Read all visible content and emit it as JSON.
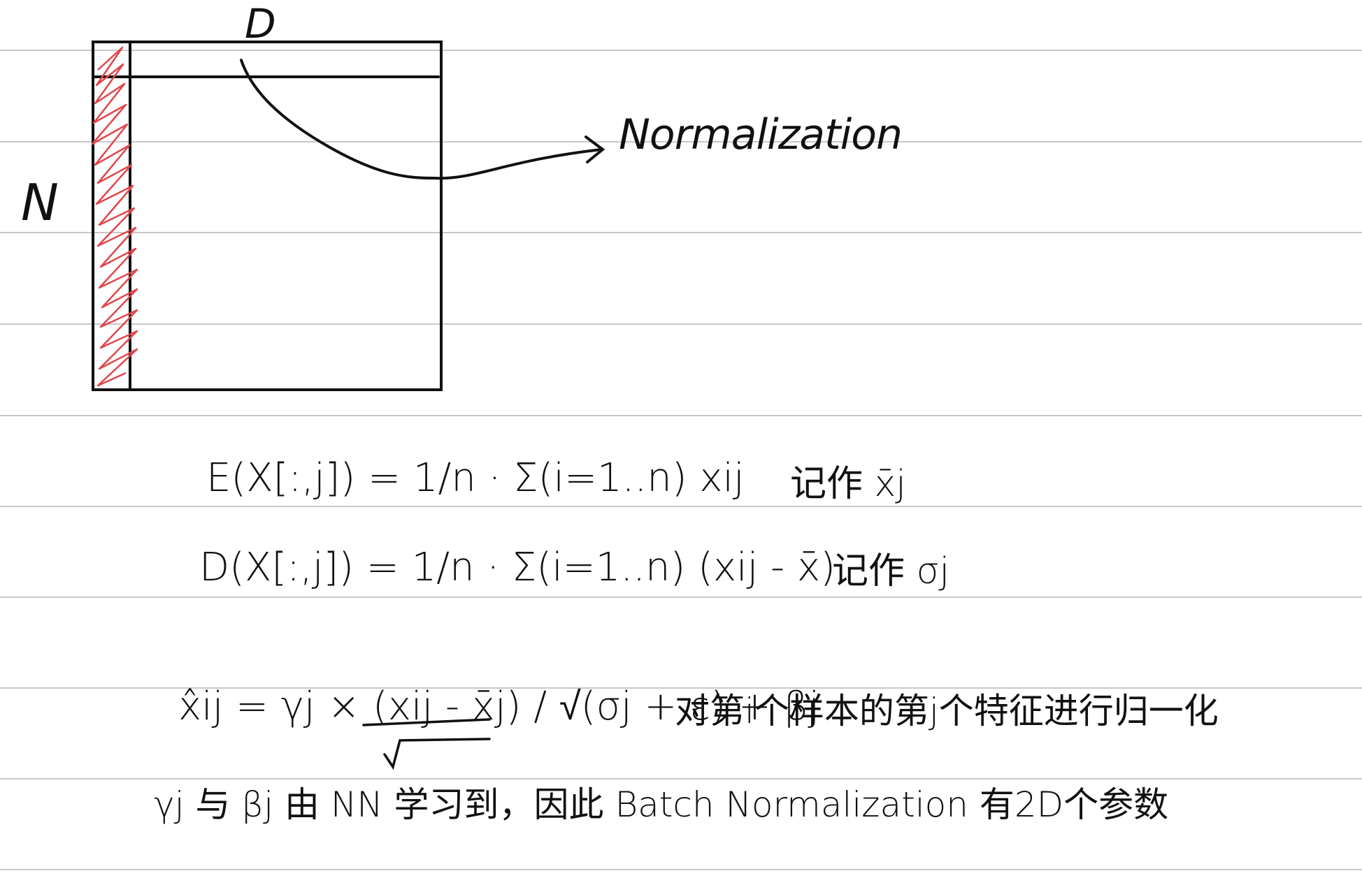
{
  "diagram": {
    "top_label": "D",
    "side_label": "N",
    "arrow_label": "Normalization"
  },
  "notes": {
    "mean_formula": "E(X[:,j]) = 1/n · Σ(i=1..n) xij",
    "mean_note": "记作 x̄j",
    "var_formula": "D(X[:,j]) = 1/n · Σ(i=1..n) (xij - x̄)",
    "var_note": "记作 σj",
    "xhat_formula": "x̂ij = γj × (xij - x̄j) / √(σj + ε) + βj",
    "xhat_note": "对第i个样本的第j个特征进行归一化",
    "learned_note": "γj 与 βj 由 NN 学习到，因此 Batch Normalization 有2D个参数"
  },
  "colors": {
    "ink": "#111111",
    "red": "#e0474c",
    "rule_line": "#c8c8c8"
  }
}
